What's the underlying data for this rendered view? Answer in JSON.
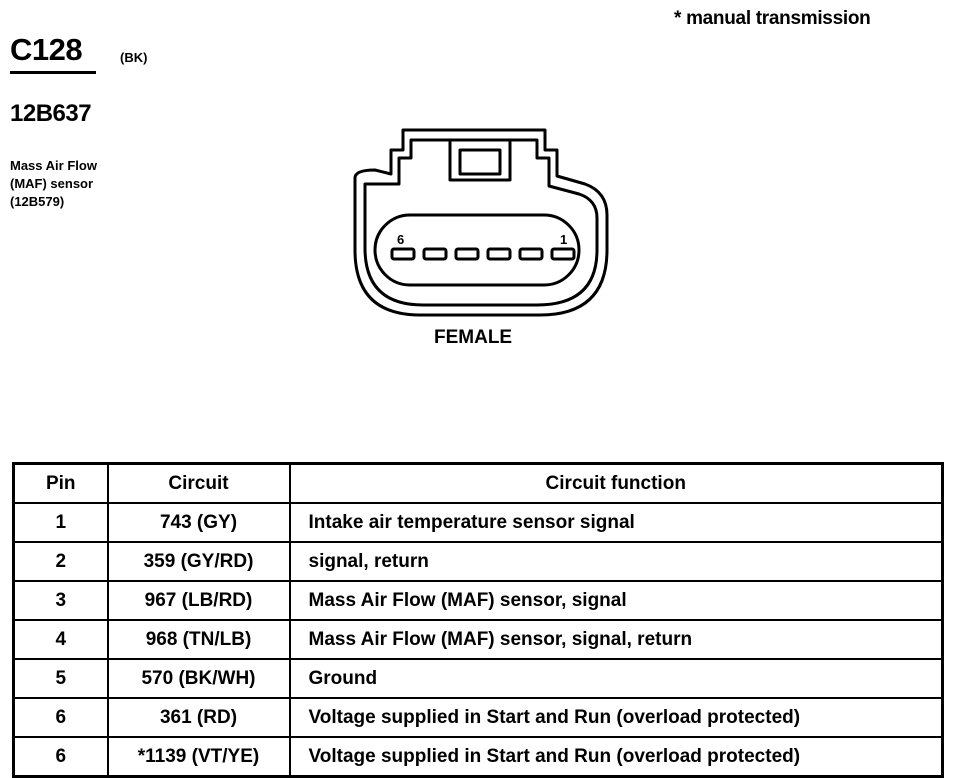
{
  "header": {
    "footnote": "* manual transmission",
    "connector_id": "C128",
    "color_code": "(BK)",
    "part_number": "12B637",
    "description_lines": [
      "Mass Air Flow",
      "(MAF) sensor",
      "(12B579)"
    ]
  },
  "connector": {
    "pin_label_left": "6",
    "pin_label_right": "1",
    "pin_count": 6,
    "gender": "FEMALE"
  },
  "table": {
    "headers": {
      "pin": "Pin",
      "circuit": "Circuit",
      "function": "Circuit function"
    },
    "rows": [
      {
        "pin": "1",
        "circuit": "743 (GY)",
        "function": "Intake air temperature sensor signal"
      },
      {
        "pin": "2",
        "circuit": "359 (GY/RD)",
        "function": "signal, return"
      },
      {
        "pin": "3",
        "circuit": "967 (LB/RD)",
        "function": "Mass Air Flow (MAF) sensor, signal"
      },
      {
        "pin": "4",
        "circuit": "968 (TN/LB)",
        "function": "Mass Air Flow (MAF) sensor, signal, return"
      },
      {
        "pin": "5",
        "circuit": "570 (BK/WH)",
        "function": "Ground"
      },
      {
        "pin": "6",
        "circuit": "361 (RD)",
        "function": "Voltage supplied in Start and Run (overload protected)"
      },
      {
        "pin": "6",
        "circuit": "*1139 (VT/YE)",
        "function": "Voltage supplied in Start and Run (overload protected)"
      }
    ]
  }
}
